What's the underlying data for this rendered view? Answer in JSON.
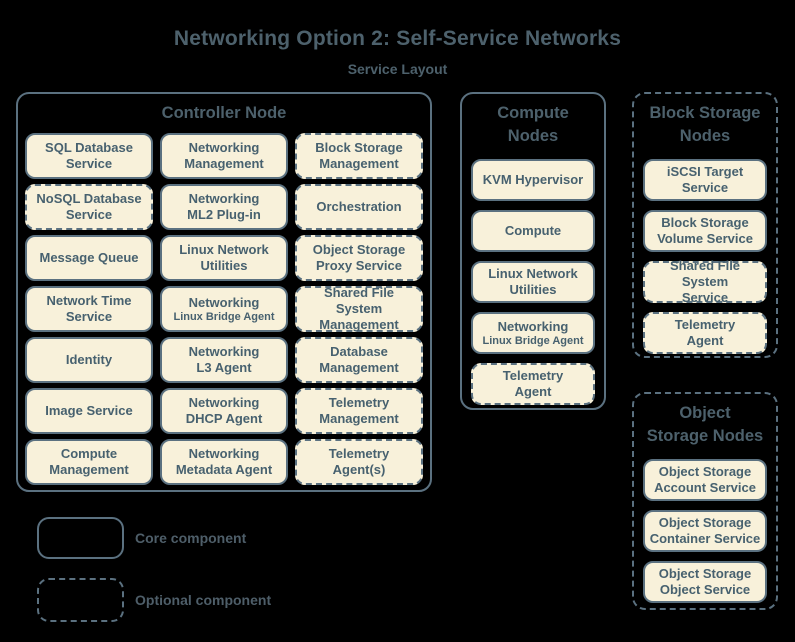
{
  "title": "Networking Option 2: Self-Service Networks",
  "subtitle": "Service Layout",
  "colors": {
    "background": "#000000",
    "service_fill": "#f8f1da",
    "outline": "#5b7180",
    "service_text": "#47616f",
    "heading_text": "#4d616c"
  },
  "nodes": [
    {
      "id": "controller",
      "heading": "Controller Node",
      "optional": false,
      "services": [
        {
          "label": "SQL Database\nService",
          "optional": false
        },
        {
          "label": "Networking\nManagement",
          "optional": false
        },
        {
          "label": "Block Storage\nManagement",
          "optional": true
        },
        {
          "label": "NoSQL Database\nService",
          "optional": true
        },
        {
          "label": "Networking\nML2 Plug-in",
          "optional": false
        },
        {
          "label": "Orchestration",
          "optional": true
        },
        {
          "label": "Message Queue",
          "optional": false
        },
        {
          "label": "Linux Network\nUtilities",
          "optional": false
        },
        {
          "label": "Object Storage\nProxy Service",
          "optional": true
        },
        {
          "label": "Network Time\nService",
          "optional": false
        },
        {
          "label": "Networking",
          "sublabel": "Linux Bridge Agent",
          "optional": false
        },
        {
          "label": "Shared File System\nManagement",
          "optional": true
        },
        {
          "label": "Identity",
          "optional": false
        },
        {
          "label": "Networking\nL3 Agent",
          "optional": false
        },
        {
          "label": "Database\nManagement",
          "optional": true
        },
        {
          "label": "Image Service",
          "optional": false
        },
        {
          "label": "Networking\nDHCP Agent",
          "optional": false
        },
        {
          "label": "Telemetry\nManagement",
          "optional": true
        },
        {
          "label": "Compute\nManagement",
          "optional": false
        },
        {
          "label": "Networking\nMetadata Agent",
          "optional": false
        },
        {
          "label": "Telemetry\nAgent(s)",
          "optional": true
        }
      ]
    },
    {
      "id": "compute",
      "heading": "Compute\nNodes",
      "optional": false,
      "services": [
        {
          "label": "KVM Hypervisor",
          "optional": false
        },
        {
          "label": "Compute",
          "optional": false
        },
        {
          "label": "Linux Network\nUtilities",
          "optional": false
        },
        {
          "label": "Networking",
          "sublabel": "Linux Bridge Agent",
          "optional": false
        },
        {
          "label": "Telemetry\nAgent",
          "optional": true
        }
      ]
    },
    {
      "id": "block",
      "heading": "Block Storage\nNodes",
      "optional": true,
      "services": [
        {
          "label": "iSCSI Target\nService",
          "optional": false
        },
        {
          "label": "Block Storage\nVolume Service",
          "optional": false
        },
        {
          "label": "Shared File System\nService",
          "optional": true
        },
        {
          "label": "Telemetry\nAgent",
          "optional": true
        }
      ]
    },
    {
      "id": "object",
      "heading": "Object\nStorage Nodes",
      "optional": true,
      "services": [
        {
          "label": "Object Storage\nAccount Service",
          "optional": false
        },
        {
          "label": "Object Storage\nContainer Service",
          "optional": false
        },
        {
          "label": "Object Storage\nObject Service",
          "optional": false
        }
      ]
    }
  ],
  "legend": [
    {
      "label": "Core component",
      "style": "solid"
    },
    {
      "label": "Optional component",
      "style": "dashed"
    }
  ]
}
